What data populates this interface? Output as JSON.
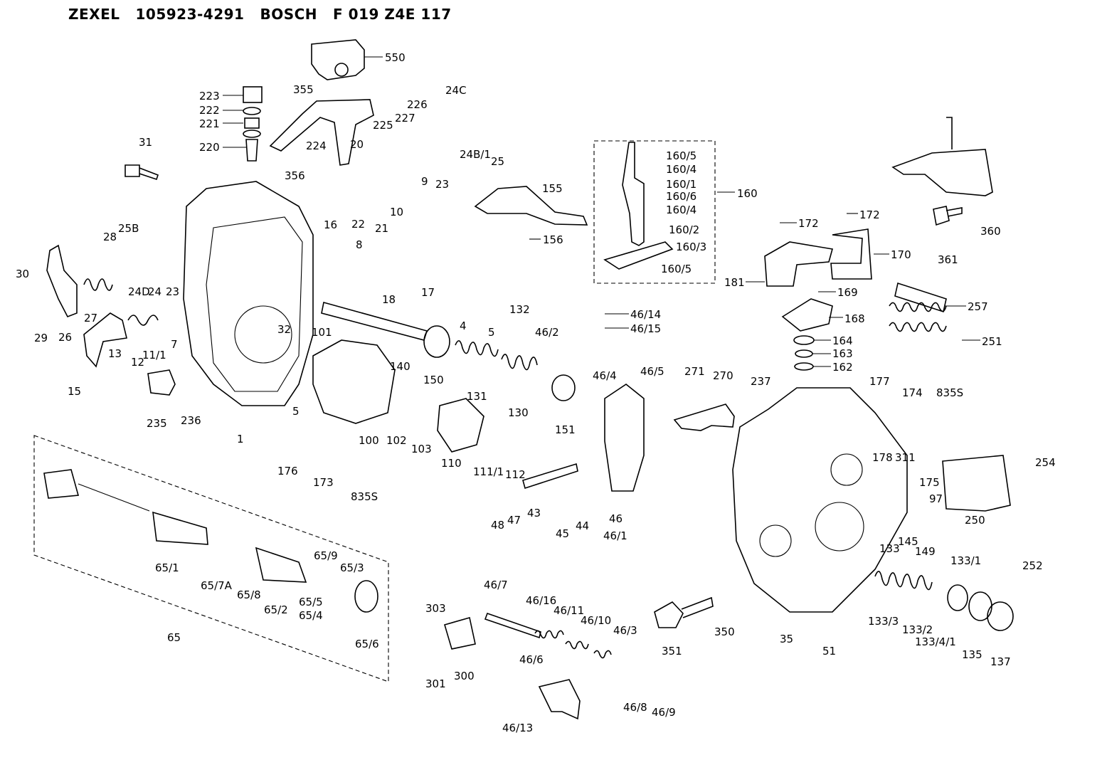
{
  "header": {
    "brand": "ZEXEL",
    "part_number": "105923-4291",
    "maker": "BOSCH",
    "bosch_number": "F 019 Z4E 117"
  },
  "labels": {
    "l550": "550",
    "l355": "355",
    "l223": "223",
    "l222": "222",
    "l221": "221",
    "l220": "220",
    "l31": "31",
    "l356": "356",
    "l224": "224",
    "l20": "20",
    "l225": "225",
    "l227": "227",
    "l226": "226",
    "l24C": "24C",
    "l24B1": "24B/1",
    "l25": "25",
    "l23a": "23",
    "l9": "9",
    "l22": "22",
    "l21": "21",
    "l10": "10",
    "l155": "155",
    "l156": "156",
    "l16": "16",
    "l8": "8",
    "l18": "18",
    "l17": "17",
    "l4": "4",
    "l5a": "5",
    "l132": "132",
    "l28": "28",
    "l25B": "25B",
    "l30": "30",
    "l29": "29",
    "l27": "27",
    "l26": "26",
    "l24D": "24D",
    "l24": "24",
    "l23b": "23",
    "l13": "13",
    "l12": "12",
    "l111": "11/1",
    "l7": "7",
    "l15": "15",
    "l235": "235",
    "l236": "236",
    "l1": "1",
    "l32": "32",
    "l101": "101",
    "l140": "140",
    "l150": "150",
    "l131": "131",
    "l130": "130",
    "l151": "151",
    "l5b": "5",
    "l100": "100",
    "l102": "102",
    "l103": "103",
    "l110": "110",
    "l1111": "111/1",
    "l112": "112",
    "l176": "176",
    "l173": "173",
    "l835Sa": "835S",
    "l48": "48",
    "l47": "47",
    "l43": "43",
    "l45": "45",
    "l44": "44",
    "l46": "46",
    "l461": "46/1",
    "l1605a": "160/5",
    "l1604a": "160/4",
    "l1601": "160/1",
    "l1606": "160/6",
    "l1604b": "160/4",
    "l160": "160",
    "l1602": "160/2",
    "l1603": "160/3",
    "l1605b": "160/5",
    "l4614": "46/14",
    "l4615": "46/15",
    "l462": "46/2",
    "l464": "46/4",
    "l465": "46/5",
    "l172a": "172",
    "l172b": "172",
    "l181": "181",
    "l170": "170",
    "l169": "169",
    "l168": "168",
    "l164": "164",
    "l163": "163",
    "l162": "162",
    "l360": "360",
    "l361": "361",
    "l257": "257",
    "l251": "251",
    "l271": "271",
    "l270": "270",
    "l237": "237",
    "l177": "177",
    "l174": "174",
    "l835Sb": "835S",
    "l178": "178",
    "l311": "311",
    "l175": "175",
    "l254": "254",
    "l97": "97",
    "l250": "250",
    "l145": "145",
    "l149": "149",
    "l252": "252",
    "l133": "133",
    "l1331": "133/1",
    "l651": "65/1",
    "l657A": "65/7A",
    "l658": "65/8",
    "l652": "65/2",
    "l659": "65/9",
    "l653": "65/3",
    "l655": "65/5",
    "l654": "65/4",
    "l656": "65/6",
    "l65": "65",
    "l303": "303",
    "l301": "301",
    "l300": "300",
    "l467": "46/7",
    "l4616": "46/16",
    "l4611": "46/11",
    "l4610": "46/10",
    "l463": "46/3",
    "l466": "46/6",
    "l4613": "46/13",
    "l468": "46/8",
    "l469": "46/9",
    "l351": "351",
    "l350": "350",
    "l35": "35",
    "l51": "51",
    "l1333": "133/3",
    "l1332": "133/2",
    "l13341": "133/4/1",
    "l135": "135",
    "l137": "137"
  }
}
